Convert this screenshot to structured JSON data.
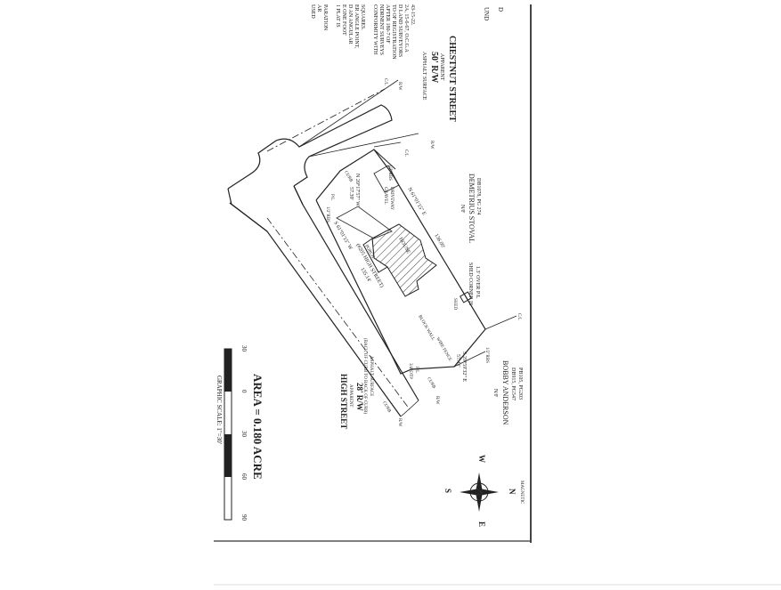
{
  "notes": {
    "top_right_fragment": "D",
    "top_right_fragment2": "UND",
    "left_notes": [
      "USED",
      "AR",
      "PARATION",
      "",
      "1 PLAT IS",
      "E ONE FOOT",
      "D AN ANGULAR",
      "ER ANGLE POINT,",
      "SQUARES.",
      "",
      "CONFORMITY WITH",
      "NDRNENT SURVEYS",
      "APTER 180-7 OF",
      "TO OF REGISTRATION",
      "D LAND SURVEYORS",
      "2A, 15-6-67, O.C.G.A",
      "43-15-22."
    ]
  },
  "streets": {
    "chestnut": {
      "name": "CHESTNUT STREET",
      "rw": "50' R/W",
      "sub1": "APPARENT",
      "sub2": "ASPHALT SURFACE"
    },
    "high": {
      "name": "HIGH STREET",
      "rw": "28' R/W",
      "sub1": "APPARENT",
      "sub2": "(BACK OF CURB TO BACK OF CURB)",
      "sub3": "ASPHALT SURFACE"
    }
  },
  "owners": {
    "stoval": {
      "nf": "N/F",
      "name": "DEMETRIUS STOVAL",
      "ref": "DB1078, PG 274"
    },
    "anderson": {
      "nf": "N/F",
      "name": "BOBBY ANDERSON",
      "ref1": "DB915, PG547",
      "ref2": "PB105, PG203"
    }
  },
  "lot": {
    "bearing_top": "N 61°01'15\" E",
    "dist_top": "136.00'",
    "bearing_bottom": "S 61°01'15\" W",
    "dist_bottom": "135.14'",
    "bearing_left": "N 20°17'57\" W",
    "dist_left": "57.39'",
    "bearing_right": "S 29°59'32\" E",
    "dist_right": "57.41'",
    "house_label": "HOUSE",
    "porch_label": "PORCH",
    "address": "(#205 HIGH STREET)",
    "shed": "SHED",
    "shed_note1": "SHED CORNER IS",
    "shed_note2": "1.3' OVER P/L",
    "gravel1": "GRAVEL",
    "gravel2": "DRIVEWAY",
    "block_wall": "BLOCK WALL",
    "wire_fence": "WIRE FENCE",
    "curb": "CURB",
    "curb2": "CURB",
    "curb3": "CURB",
    "pin1": "1/2\"RBS",
    "pin2": "1/2\"RBS",
    "pin3": "1/2\"RBS",
    "pin4": "3/4\"OTP",
    "ps1": "P/L",
    "ps2": "P/L",
    "rw1": "R/W",
    "rw2": "R/W",
    "rw3": "R/W",
    "rw4": "R/W",
    "cl": "C/L",
    "cl2": "C/L",
    "cl3": "C/L"
  },
  "area": {
    "label": "AREA = 0.180 ACRE"
  },
  "scale": {
    "ticks": [
      "30",
      "0",
      "30",
      "60",
      "90"
    ],
    "label": "GRAPHIC SCALE: 1\"=30'"
  },
  "compass": {
    "n": "N",
    "s": "S",
    "e": "E",
    "w": "W",
    "magnetic": "MAGNETIC"
  }
}
